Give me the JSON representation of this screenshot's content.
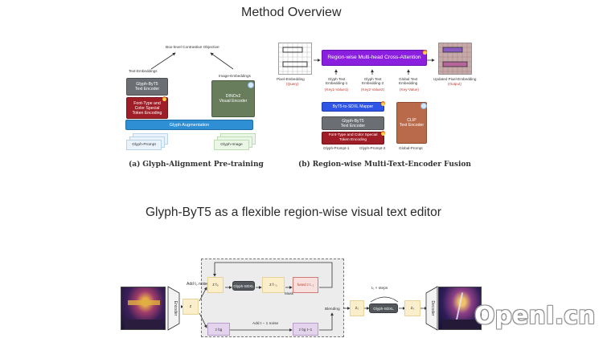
{
  "headings": {
    "method_overview": "Method Overview",
    "editor": "Glyph-ByT5 as a flexible region-wise visual text editor"
  },
  "panel_a": {
    "caption_tag": "(a)",
    "caption_text": "Glyph-Alignment Pre-training",
    "objective": "Box-level Contrastive Objective",
    "text_embeddings": "Text-Embeddings",
    "image_embeddings": "Image-Embeddings",
    "glyph_encoder": "Glyph-ByT5\nText Encoder",
    "font_tokens": "Font-Type and\nColor Special\nToken Encoding",
    "dino": "DINOv2\nVisual Encoder",
    "augmentation": "Glyph Augmentation",
    "glyph_prompt": "Glyph-Prompt",
    "glyph_image": "Glyph-Image"
  },
  "panel_b": {
    "caption_tag": "(b)",
    "caption_text": "Region-wise Multi-Text-Encoder Fusion",
    "cross_attention": "Region-wise Multi-head Cross-Attention",
    "pixel_embedding": "Pixel-Embedding",
    "query": "(Query)",
    "updated_pixel": "Updated Pixel-Embedding",
    "output": "(Output)",
    "glyph_emb_1": "Glyph Text\nEmbedding-1",
    "kv1": "(Key1-Value1)",
    "glyph_emb_2": "Glyph Text\nEmbedding-2",
    "kv2": "(Key2-Value2)",
    "global_emb": "Global Text\nEmbedding",
    "kv": "(Key-Value)",
    "mapper": "ByT5-to-SDXL Mapper",
    "glyph_encoder": "Glyph-ByT5\nText Encoder",
    "font_tokens": "Font-Type and Color Special\nToken Encoding",
    "clip": "CLIP\nText Encoder",
    "glyph_prompt_1": "Glyph-Prompt-1",
    "glyph_prompt_2": "Glyph-Prompt-2",
    "global_prompt": "Global-Prompt"
  },
  "editor": {
    "encoder": "Encoder",
    "decoder": "Decoder",
    "add_noise": "Add t₀ noise",
    "z": "z",
    "zt0": "z t₀",
    "glyph_sdxl_1": "Glyph-SDXL",
    "zt_minus_1": "z t₋₁",
    "mask": "Mask",
    "fused": "fused z t₋₁",
    "add_noise_2": "Add t − 1 noise",
    "zbg": "z bg",
    "zbg_t1": "z bg t−1",
    "blending": "Blending",
    "steps": "t₀ × steps",
    "z0_mid": "z₀",
    "glyph_sdxl_2": "Glyph-SDXL",
    "z0_out": "z₀"
  },
  "watermark": "OpenI.cn",
  "colors": {
    "cross_attention": "#8a1fe0",
    "mapper": "#2f55e6",
    "augmentation": "#2f8fd4",
    "font_tokens": "#9e1d26",
    "glyph_encoder": "#6b6e73",
    "dino": "#687d5b",
    "clip": "#b86a4a"
  }
}
